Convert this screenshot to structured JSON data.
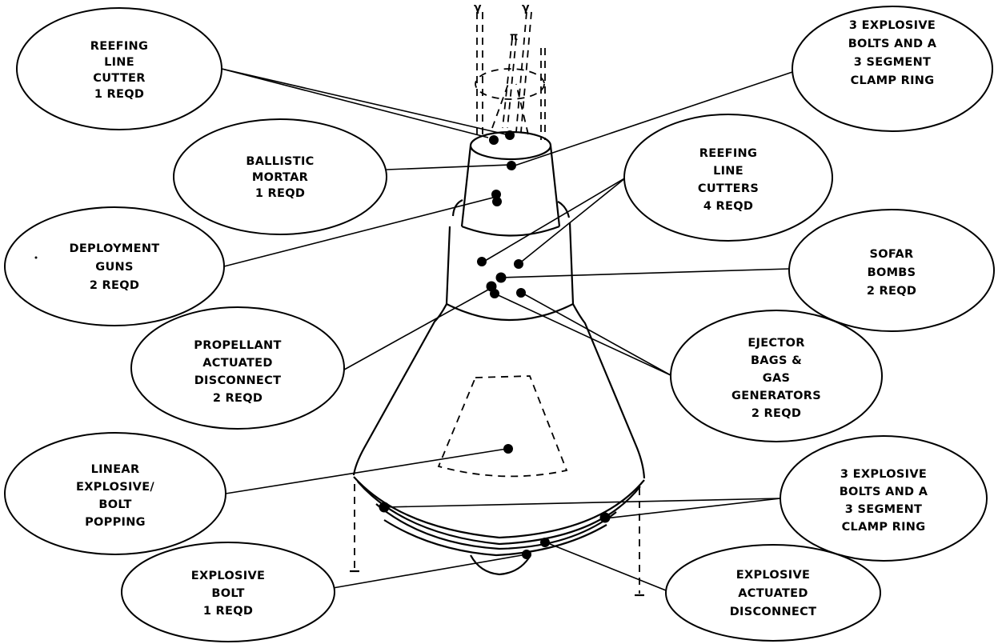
{
  "labels": {
    "reefing_line_cutter": [
      "REEFING",
      "LINE",
      "CUTTER",
      "1 REQD"
    ],
    "ballistic_mortar": [
      "BALLISTIC",
      "MORTAR",
      "1 REQD"
    ],
    "deployment_guns": [
      "DEPLOYMENT",
      "GUNS",
      "2 REQD"
    ],
    "propellant_actuated_disconnect": [
      "PROPELLANT",
      "ACTUATED",
      "DISCONNECT",
      "2 REQD"
    ],
    "linear_explosive_bolt_popping": [
      "LINEAR",
      "EXPLOSIVE/",
      "BOLT",
      "POPPING"
    ],
    "explosive_bolt": [
      "EXPLOSIVE",
      "BOLT",
      "1 REQD"
    ],
    "explosive_bolts_clamp_ring_top": [
      "3 EXPLOSIVE",
      "BOLTS AND A",
      "3 SEGMENT",
      "CLAMP RING"
    ],
    "reefing_line_cutters": [
      "REEFING",
      "LINE",
      "CUTTERS",
      "4 REQD"
    ],
    "sofar_bombs": [
      "SOFAR",
      "BOMBS",
      "2 REQD"
    ],
    "ejector_bags_gas_generators": [
      "EJECTOR",
      "BAGS &",
      "GAS",
      "GENERATORS",
      "2 REQD"
    ],
    "explosive_bolts_clamp_ring_bottom": [
      "3 EXPLOSIVE",
      "BOLTS AND A",
      "3 SEGMENT",
      "CLAMP RING"
    ],
    "explosive_actuated_disconnect": [
      "EXPLOSIVE",
      "ACTUATED",
      "DISCONNECT"
    ]
  }
}
